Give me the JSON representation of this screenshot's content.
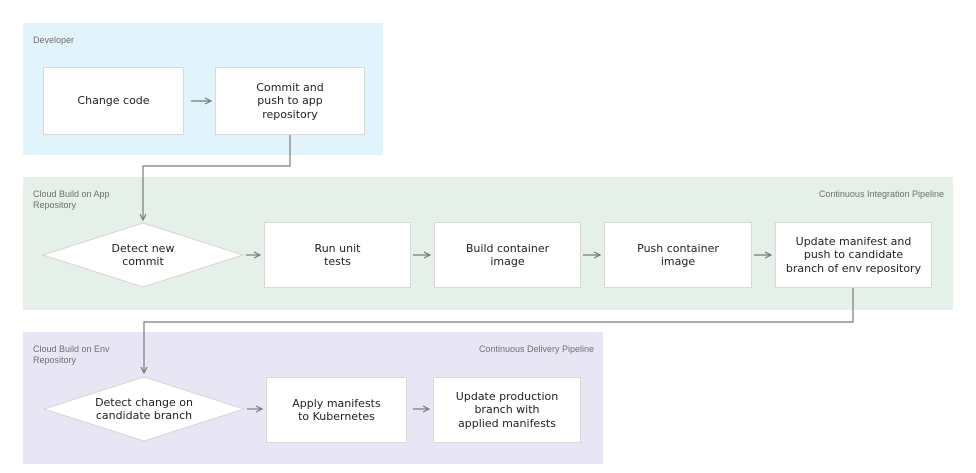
{
  "diagram": {
    "lanes": {
      "developer": {
        "label": "Developer"
      },
      "ci": {
        "label": "Cloud Build on App\nRepository",
        "pipeline_label": "Continuous Integration Pipeline"
      },
      "cd": {
        "label": "Cloud Build on Env\nRepository",
        "pipeline_label": "Continuous Delivery Pipeline"
      }
    },
    "nodes": {
      "change_code": {
        "label": "Change code"
      },
      "commit_push": {
        "label": "Commit and\npush to app\nrepository"
      },
      "detect_new_commit": {
        "label": "Detect new\ncommit"
      },
      "run_unit_tests": {
        "label": "Run unit\ntests"
      },
      "build_container_image": {
        "label": "Build container\nimage"
      },
      "push_container_image": {
        "label": "Push container\nimage"
      },
      "update_manifest": {
        "label": "Update manifest and\npush to candidate\nbranch of env repository"
      },
      "detect_change": {
        "label": "Detect change on\ncandidate branch"
      },
      "apply_manifests": {
        "label": "Apply manifests\nto Kubernetes"
      },
      "update_production": {
        "label": "Update production\nbranch with\napplied manifests"
      }
    },
    "colors": {
      "lane_developer_bg": "#e1f3fb",
      "lane_ci_bg": "#e4f0e8",
      "lane_cd_bg": "#e8e6f5",
      "node_fill": "#ffffff",
      "node_border": "#d9d9d9",
      "arrow": "#7a7a7a",
      "node_text": "#222222",
      "lane_label_text": "#6f6f6f"
    }
  }
}
